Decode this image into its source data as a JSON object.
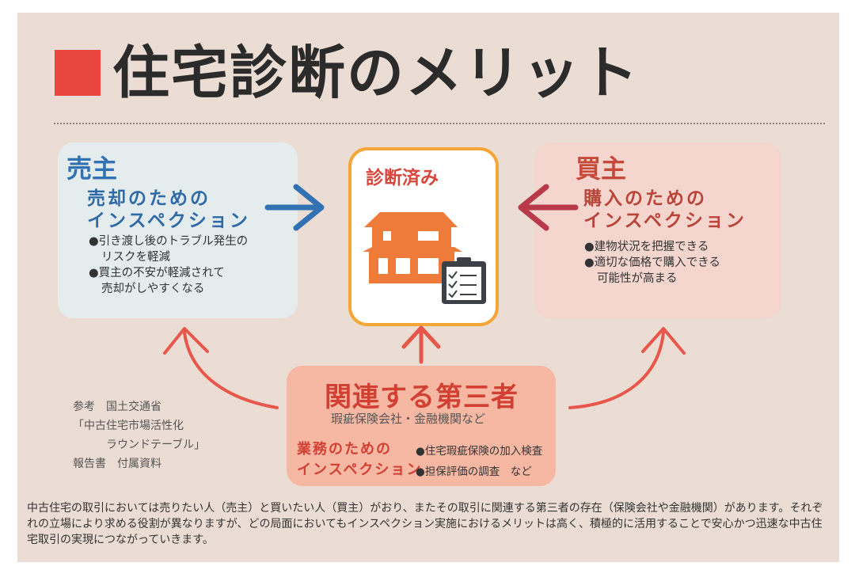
{
  "title": "住宅診断のメリット",
  "seller": {
    "title": "売主",
    "subtitle_line1": "売却のための",
    "subtitle_line2": "インスペクション",
    "bullets": [
      {
        "first": "●引き渡し後のトラブル発生の",
        "second": "リスクを軽減"
      },
      {
        "first": "●買主の不安が軽減されて",
        "second": "売却がしやすくなる"
      }
    ]
  },
  "center": {
    "title": "診断済み",
    "icon": "house-with-checklist-icon"
  },
  "buyer": {
    "title": "買主",
    "subtitle_line1": "購入のための",
    "subtitle_line2": "インスペクション",
    "bullets": [
      {
        "first": "●建物状況を把握できる",
        "second": ""
      },
      {
        "first": "●適切な価格で購入できる",
        "second": "可能性が高まる"
      }
    ]
  },
  "third_party": {
    "title": "関連する第三者",
    "subtitle": "瑕疵保険会社・金融機関など",
    "role_line1": "業務のための",
    "role_line2": "インスペクション",
    "bullets": [
      "●住宅瑕疵保険の加入検査",
      "●担保評価の調査　など"
    ]
  },
  "reference": {
    "line1": "参考　国土交通省",
    "line2": "「中古住宅市場活性化",
    "line3": "ラウンドテーブル」",
    "line4": "報告書　付属資料"
  },
  "footer": "中古住宅の取引においては売りたい人（売主）と買いたい人（買主）がおり、またその取引に関連する第三者の存在（保険会社や金融機関）があります。それぞれの立場により求める役割が異なりますが、どの局面においてもインスペクション実施におけるメリットは高く、積極的に活用することで安心かつ迅速な中古住宅取引の実現につながっていきます。",
  "colors": {
    "background": "#ebddd3",
    "accent_red": "#e8473f",
    "seller_blue": "#3272b2",
    "buyer_red": "#b83a4a",
    "house_orange": "#ef7b3b",
    "frame_orange": "#f5a637",
    "curve_red": "#e8574b"
  }
}
